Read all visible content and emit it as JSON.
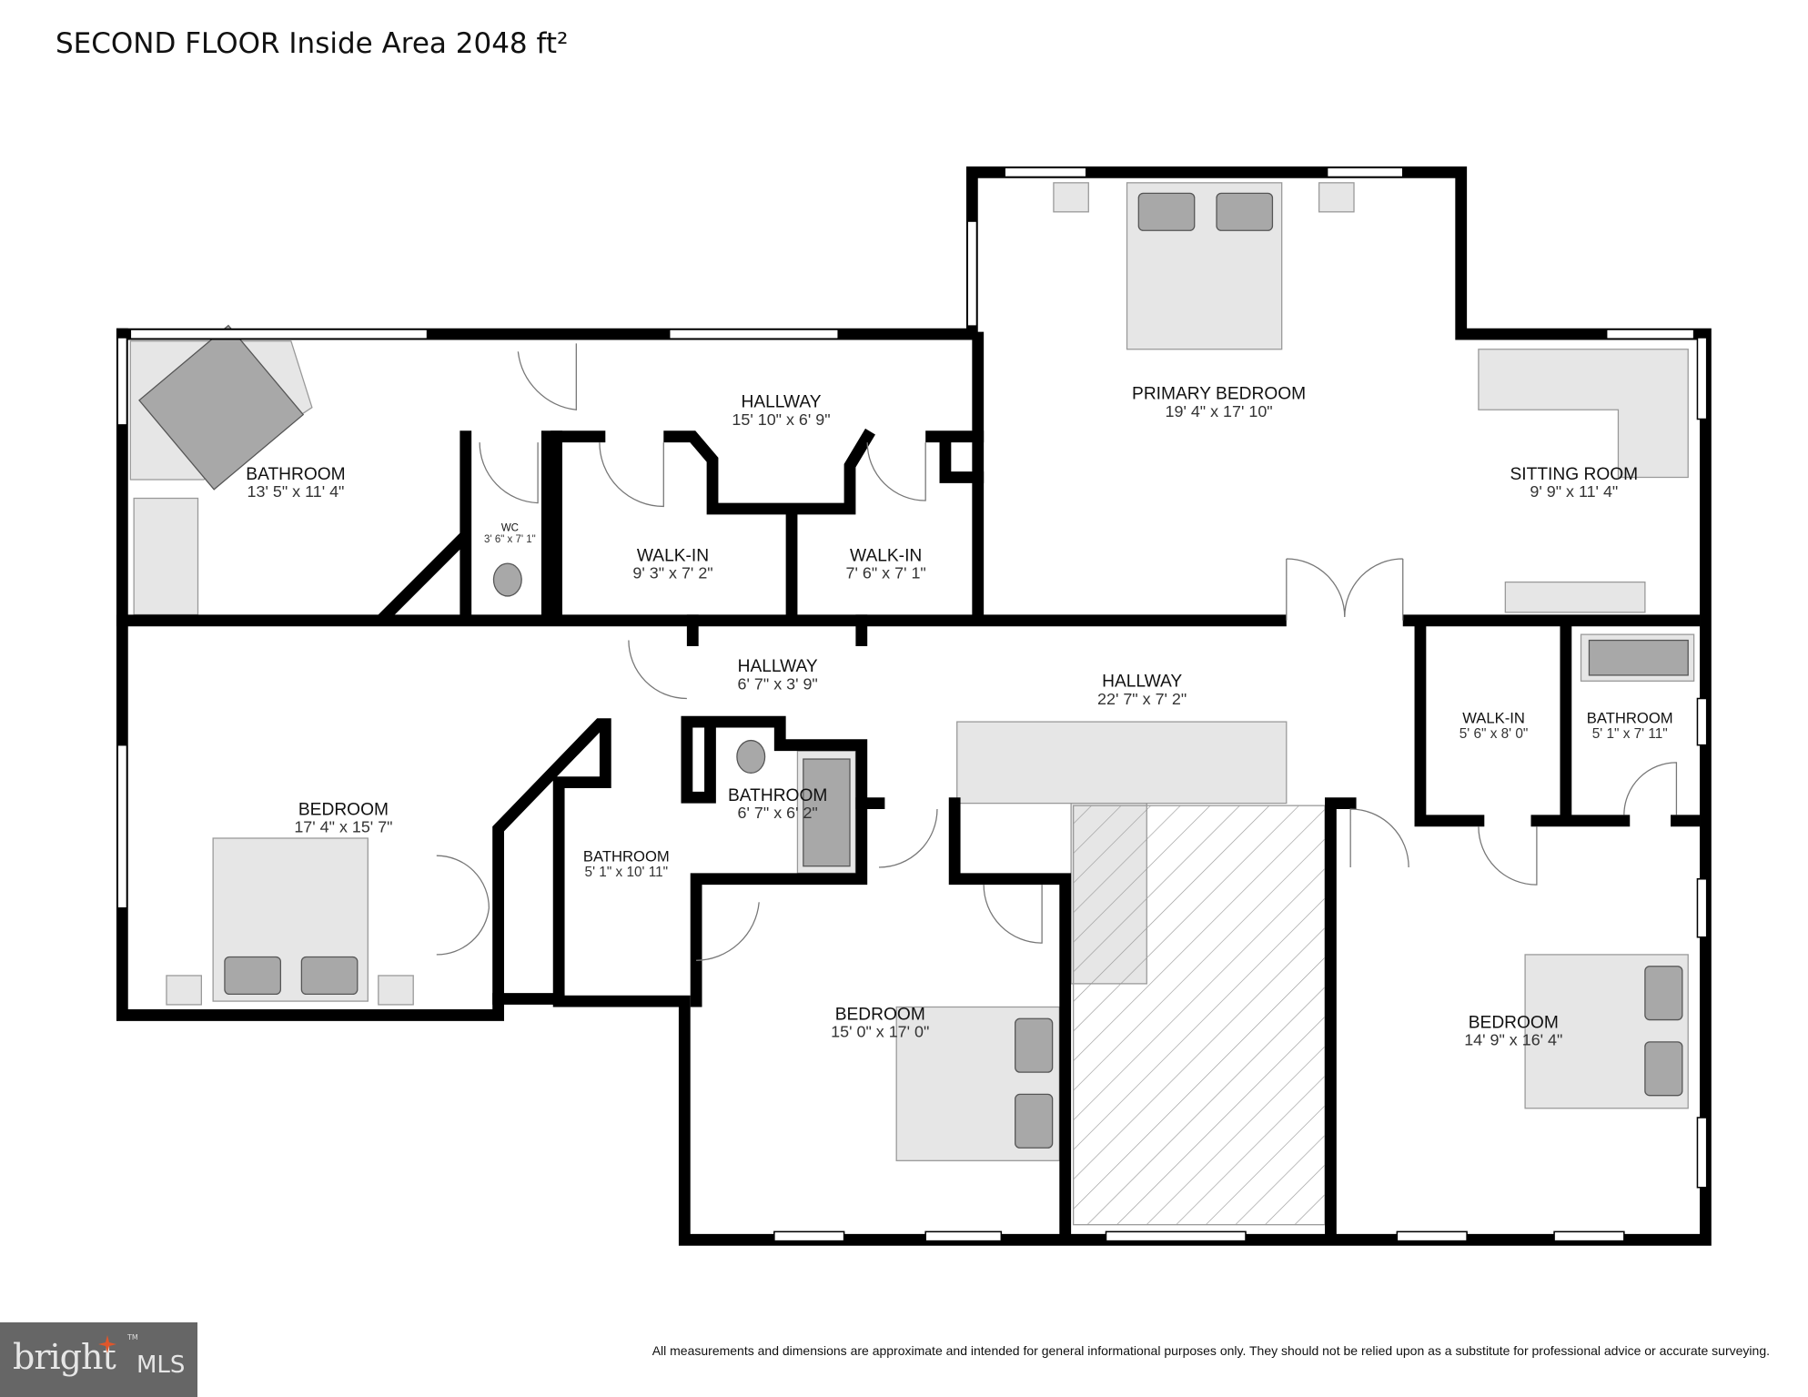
{
  "header": {
    "title": "SECOND FLOOR Inside Area 2048 ft²"
  },
  "rooms": [
    {
      "name": "BATHROOM",
      "dims": "13' 5\" x 11' 4\""
    },
    {
      "name": "WC",
      "dims": "3' 6\" x 7' 1\""
    },
    {
      "name": "HALLWAY",
      "dims": "15' 10\" x 6' 9\""
    },
    {
      "name": "WALK-IN",
      "dims": "9' 3\" x 7' 2\""
    },
    {
      "name": "WALK-IN",
      "dims": "7' 6\" x 7' 1\""
    },
    {
      "name": "PRIMARY BEDROOM",
      "dims": "19' 4\" x 17' 10\""
    },
    {
      "name": "SITTING ROOM",
      "dims": "9' 9\" x 11' 4\""
    },
    {
      "name": "HALLWAY",
      "dims": "6' 7\" x 3' 9\""
    },
    {
      "name": "HALLWAY",
      "dims": "22' 7\" x 7' 2\""
    },
    {
      "name": "WALK-IN",
      "dims": "5' 6\" x 8' 0\""
    },
    {
      "name": "BATHROOM",
      "dims": "5' 1\" x 7' 11\""
    },
    {
      "name": "BEDROOM",
      "dims": "17' 4\" x 15' 7\""
    },
    {
      "name": "BATHROOM",
      "dims": "6' 7\" x 6' 2\""
    },
    {
      "name": "BATHROOM",
      "dims": "5' 1\" x 10' 11\""
    },
    {
      "name": "BEDROOM",
      "dims": "15' 0\" x 17' 0\""
    },
    {
      "name": "BEDROOM",
      "dims": "14' 9\" x 16' 4\""
    }
  ],
  "footer": {
    "disclaimer": "All measurements and dimensions are approximate and intended for general informational purposes only. They should not be relied upon as a substitute for professional advice or accurate surveying.",
    "logo_text": "bright MLS",
    "logo_accent": "#e0562b"
  }
}
